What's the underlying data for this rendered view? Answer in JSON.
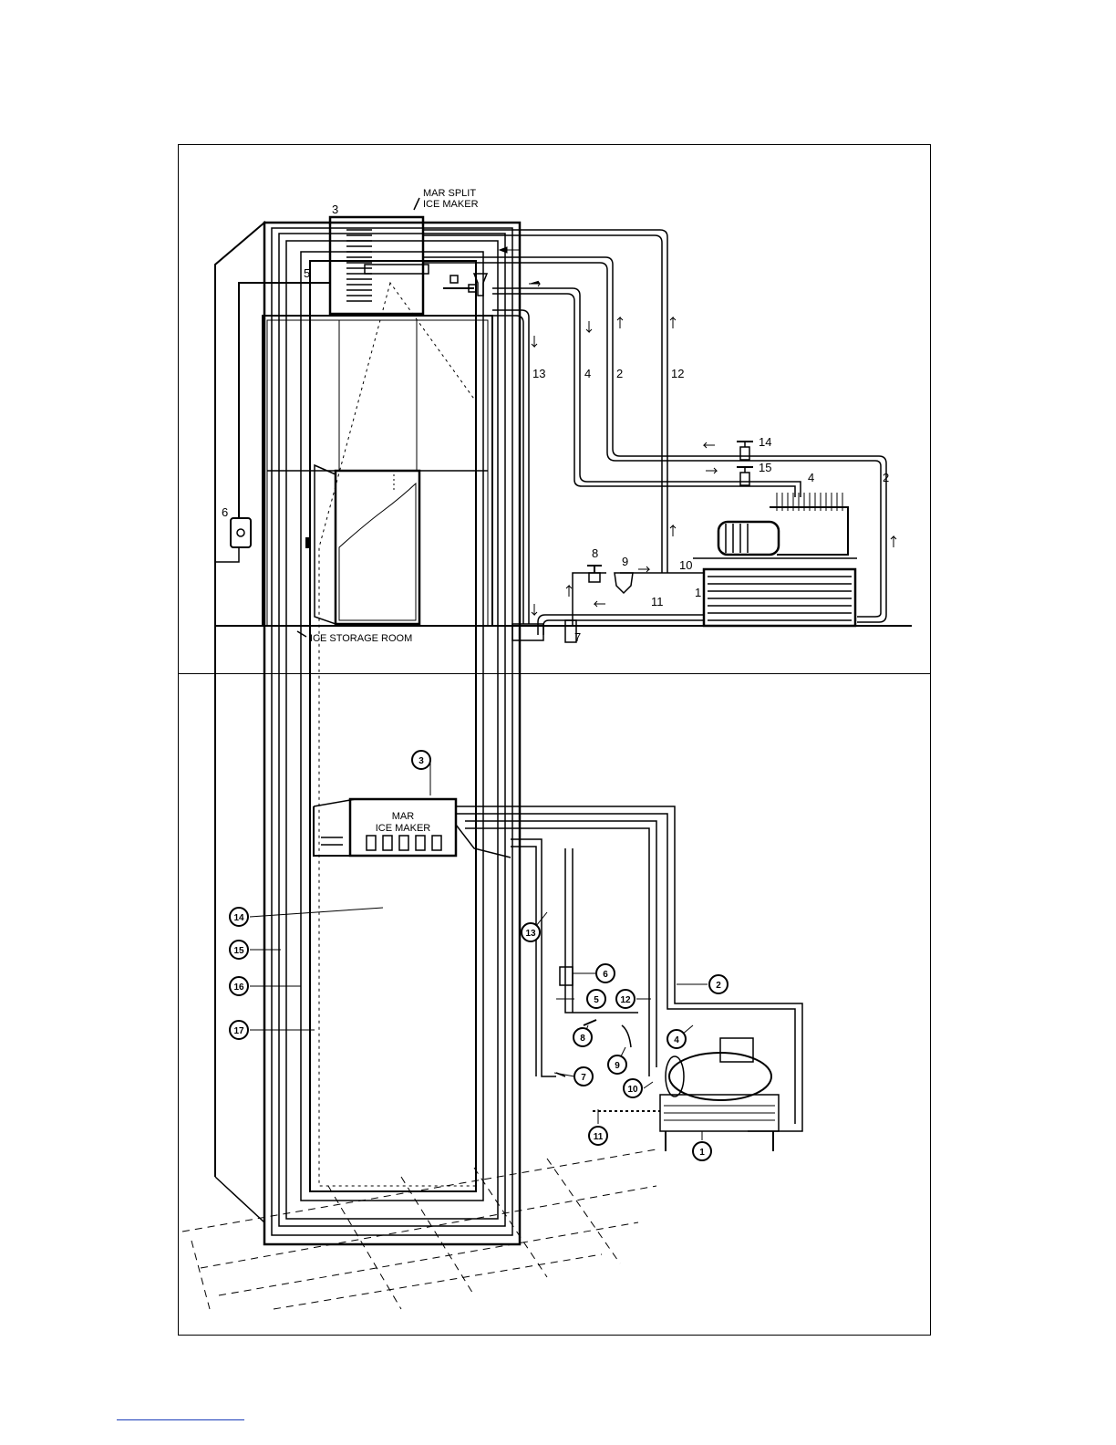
{
  "top_figure": {
    "callout_maker": [
      "MAR SPLIT",
      "ICE MAKER"
    ],
    "callout_room": "ICE STORAGE ROOM",
    "labels": {
      "n1": "1",
      "n2": "2",
      "n2b": "2",
      "n3": "3",
      "n4": "4",
      "n4b": "4",
      "n5": "5",
      "n6": "6",
      "n7": "7",
      "n8": "8",
      "n9": "9",
      "n10": "10",
      "n11": "11",
      "n12": "12",
      "n13": "13",
      "n14": "14",
      "n15": "15"
    }
  },
  "bottom_figure": {
    "unit_label": [
      "MAR",
      "ICE MAKER"
    ],
    "callouts": {
      "c1": "1",
      "c2": "2",
      "c3": "3",
      "c4": "4",
      "c5": "5",
      "c6": "6",
      "c7": "7",
      "c8": "8",
      "c9": "9",
      "c10": "10",
      "c11": "11",
      "c12": "12",
      "c13": "13",
      "c14": "14",
      "c15": "15",
      "c16": "16",
      "c17": "17"
    }
  }
}
